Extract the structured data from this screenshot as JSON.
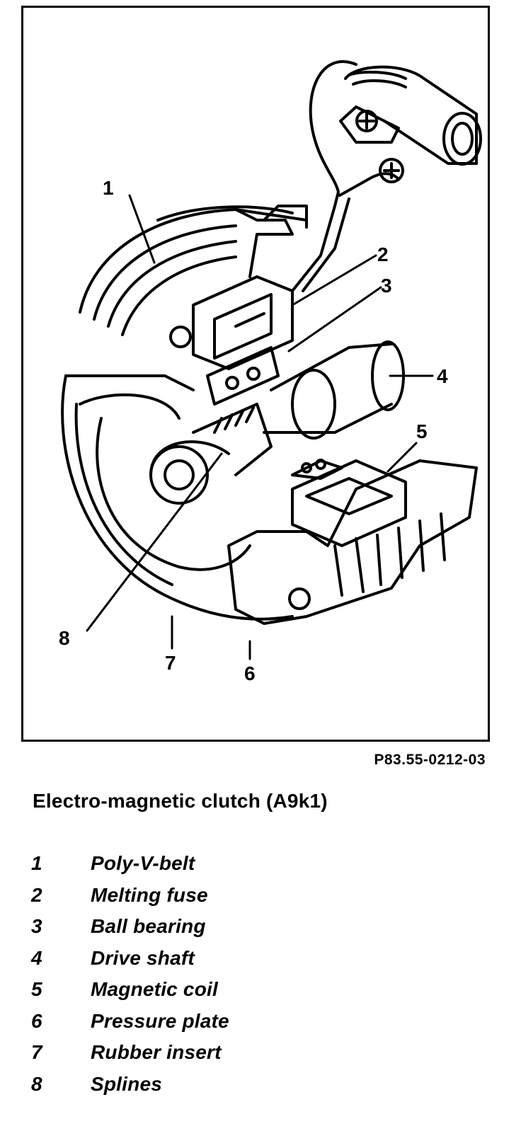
{
  "figure_id": "P83.55-0212-03",
  "caption": "Electro-magnetic clutch (A9k1)",
  "callouts": [
    "1",
    "2",
    "3",
    "4",
    "5",
    "6",
    "7",
    "8"
  ],
  "legend": [
    {
      "num": "1",
      "label": "Poly-V-belt"
    },
    {
      "num": "2",
      "label": "Melting fuse"
    },
    {
      "num": "3",
      "label": "Ball bearing"
    },
    {
      "num": "4",
      "label": "Drive shaft"
    },
    {
      "num": "5",
      "label": "Magnetic coil"
    },
    {
      "num": "6",
      "label": "Pressure plate"
    },
    {
      "num": "7",
      "label": "Rubber insert"
    },
    {
      "num": "8",
      "label": "Splines"
    }
  ]
}
